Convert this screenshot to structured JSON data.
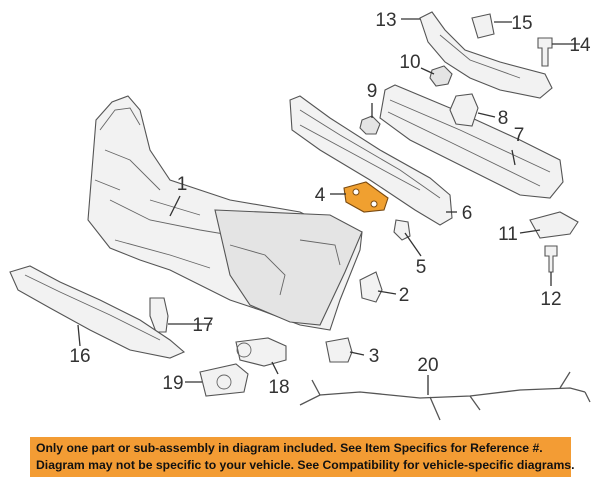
{
  "diagram": {
    "callouts": [
      "1",
      "2",
      "3",
      "4",
      "5",
      "6",
      "7",
      "8",
      "9",
      "10",
      "11",
      "12",
      "13",
      "14",
      "15",
      "16",
      "17",
      "18",
      "19",
      "20"
    ],
    "highlight_color": "#f0a030"
  },
  "disclaimer": {
    "line1": "Only one part or sub-assembly in diagram included. See Item Specifics for Reference #.",
    "line2": "Diagram may not be specific to your vehicle. See Compatibility for vehicle-specific diagrams.",
    "background": "#f39c34"
  }
}
